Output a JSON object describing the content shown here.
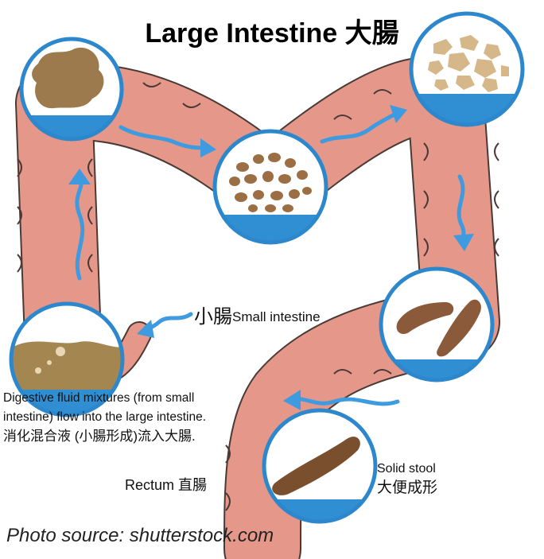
{
  "title": "Large Intestine 大腸",
  "labels": {
    "small_intestine_zh": "小腸",
    "small_intestine_en": "Small intestine",
    "digestive_line1": "Digestive fluid mixtures (from small",
    "digestive_line2": "intestine) flow into the large intestine.",
    "digestive_zh": "消化混合液 (小腸形成)流入大腸.",
    "rectum": "Rectum 直腸",
    "solid_stool_en": "Solid stool",
    "solid_stool_zh": "大便成形"
  },
  "source": "Photo source: shutterstock.com",
  "colors": {
    "colon": "#e5978a",
    "colon_outline": "#4a3a36",
    "water": "#2f8fd2",
    "arrow": "#3f9be0",
    "circle_ring": "#2d87cc",
    "stool_dark": "#8b5a3a",
    "stool_mid": "#9c7a4e",
    "stool_light": "#d5b78a"
  },
  "stages": [
    {
      "id": "ascending-top",
      "content": "semi-liquid blob"
    },
    {
      "id": "transverse",
      "content": "brown pellets"
    },
    {
      "id": "top-right",
      "content": "dry beige pellets"
    },
    {
      "id": "descending",
      "content": "two formed stools"
    },
    {
      "id": "sigmoid",
      "content": "single solid stool"
    },
    {
      "id": "start",
      "content": "liquid mixture"
    }
  ]
}
